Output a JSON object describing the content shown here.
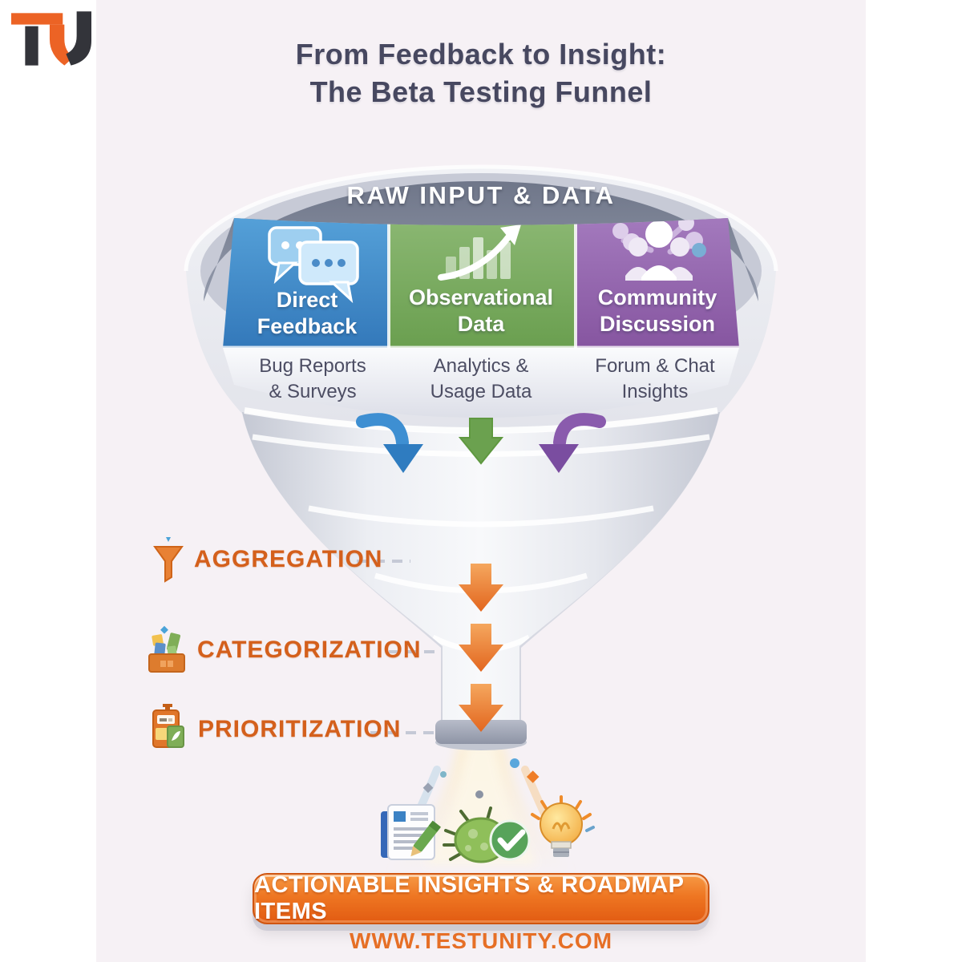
{
  "brand": {
    "logo_text": "TU"
  },
  "header": {
    "title_line1": "From Feedback to Insight:",
    "title_line2": "The Beta Testing Funnel"
  },
  "funnel": {
    "top_label": "RAW INPUT & DATA",
    "sections": [
      {
        "id": "direct-feedback",
        "icon": "chat-bubbles-icon",
        "color": "#4189c9",
        "title_line1": "Direct",
        "title_line2": "Feedback",
        "sub_line1": "Bug Reports",
        "sub_line2": "& Surveys"
      },
      {
        "id": "observational-data",
        "icon": "bar-chart-growth-icon",
        "color": "#79a75e",
        "title_line1": "Observational",
        "title_line2": "Data",
        "sub_line1": "Analytics &",
        "sub_line2": "Usage Data"
      },
      {
        "id": "community-discussion",
        "icon": "people-network-icon",
        "color": "#9268ae",
        "title_line1": "Community",
        "title_line2": "Discussion",
        "sub_line1": "Forum & Chat",
        "sub_line2": "Insights"
      }
    ],
    "stages": [
      {
        "label": "AGGREGATION",
        "icon": "funnel-icon"
      },
      {
        "label": "CATEGORIZATION",
        "icon": "sorting-box-icon"
      },
      {
        "label": "PRIORITIZATION",
        "icon": "priority-clipboard-icon"
      }
    ]
  },
  "outputs": {
    "banner_label": "ACTIONABLE INSIGHTS & ROADMAP ITEMS",
    "result_icons": [
      "report-document-icon",
      "bug-fixed-icon",
      "idea-lightbulb-icon"
    ]
  },
  "footer": {
    "website": "WWW.TESTUNITY.COM"
  },
  "colors": {
    "background": "#f6f1f5",
    "slate_band": "#7b8294",
    "blue": "#4189c9",
    "green": "#79a75e",
    "purple": "#9268ae",
    "accent_orange": "#e2661f",
    "label_orange": "#d4601c",
    "text_dark": "#474860"
  }
}
